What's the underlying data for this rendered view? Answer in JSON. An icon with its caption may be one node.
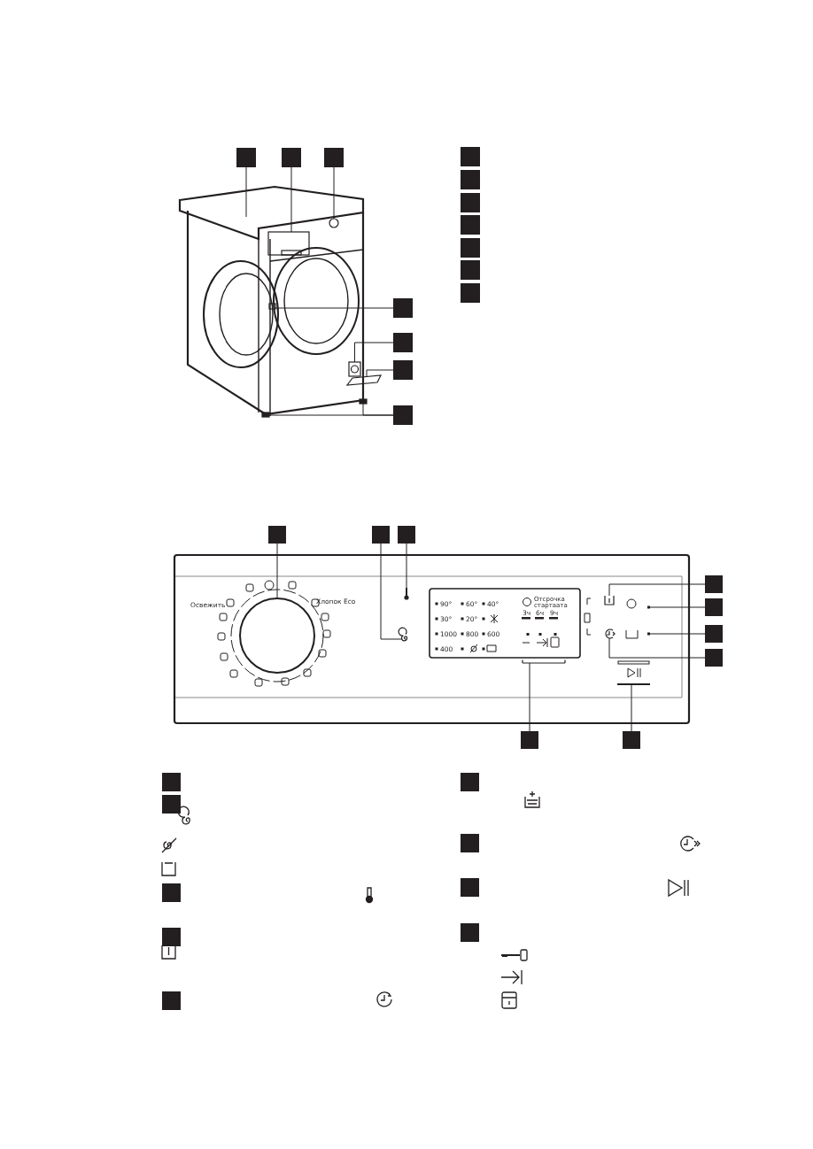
{
  "diagram": {
    "nodes": [
      {
        "text": [],
        "shape": "box"
      },
      {
        "text": [],
        "shape": "box"
      },
      {
        "text": [],
        "shape": "box"
      },
      {
        "text": [],
        "shape": "box"
      },
      {
        "text": [],
        "shape": "box"
      },
      {
        "text": [],
        "shape": "box"
      },
      {
        "text": [],
        "shape": "box"
      },
      {
        "text": [],
        "shape": "box"
      },
      {
        "text": [],
        "shape": "box"
      },
      {
        "text": [],
        "shape": "box"
      },
      {
        "text": [],
        "shape": "box"
      },
      {
        "text": [],
        "shape": "box"
      },
      {
        "text": [],
        "shape": "box"
      },
      {
        "text": [],
        "shape": "box"
      },
      {
        "text": [],
        "shape": "box"
      },
      {
        "text": [],
        "shape": "box"
      },
      {
        "text": [],
        "shape": "box"
      },
      {
        "text": [],
        "shape": "box"
      },
      {
        "text": [],
        "shape": "box"
      },
      {
        "text": [],
        "shape": "box"
      },
      {
        "text": [],
        "shape": "box"
      },
      {
        "text": [],
        "shape": "box"
      },
      {
        "text": [],
        "shape": "box"
      },
      {
        "text": [],
        "shape": "box"
      },
      {
        "text": [],
        "shape": "box"
      },
      {
        "text": [],
        "shape": "box"
      },
      {
        "text": [],
        "shape": "box"
      },
      {
        "text": [],
        "shape": "box"
      },
      {
        "text": [],
        "shape": "box"
      },
      {
        "text": [],
        "shape": "box"
      },
      {
        "text": [],
        "shape": "box"
      },
      {
        "text": [],
        "shape": "box"
      },
      {
        "text": [],
        "shape": "box"
      },
      {
        "text": [],
        "shape": "picture"
      },
      {
        "text": [],
        "shape": "circle"
      },
      {
        "text": [],
        "shape": "box"
      },
      {
        "text": [],
        "shape": "picture"
      },
      {
        "text": [],
        "shape": "box"
      },
      {
        "text": [],
        "shape": "box"
      },
      {
        "text": [],
        "shape": "box"
      },
      {
        "text": [],
        "shape": "circle"
      },
      {
        "text": [],
        "shape": "picture"
      },
      {
        "text": [],
        "shape": "picture"
      },
      {
        "text": [],
        "shape": "picture"
      },
      {
        "text": [],
        "shape": "box"
      },
      {
        "text": [],
        "shape": "box"
      },
      {
        "text": [],
        "shape": "picture"
      },
      {
        "text": [],
        "shape": "bar"
      },
      {
        "text": [],
        "shape": "bar"
      }
    ],
    "edges": [
      {
        "from": 0,
        "to": 32,
        "arrow": "none"
      },
      {
        "from": 1,
        "to": 33,
        "arrow": "none"
      },
      {
        "from": 2,
        "to": 34,
        "arrow": "none"
      },
      {
        "from": 3,
        "to": 35,
        "arrow": "none"
      },
      {
        "from": 4,
        "to": 36,
        "arrow": "none"
      },
      {
        "from": 5,
        "to": 37,
        "arrow": "none"
      },
      {
        "from": 6,
        "to": 38,
        "arrow": "none"
      },
      {
        "from": 6,
        "to": 39,
        "arrow": "none"
      },
      {
        "from": 14,
        "to": 40,
        "arrow": "none"
      },
      {
        "from": 15,
        "to": 41,
        "arrow": "none"
      },
      {
        "from": 16,
        "to": 42,
        "arrow": "none"
      },
      {
        "from": 17,
        "to": 43,
        "arrow": "none"
      },
      {
        "from": 18,
        "to": 44,
        "arrow": "none"
      },
      {
        "from": 19,
        "to": 45,
        "arrow": "none"
      },
      {
        "from": 20,
        "to": 46,
        "arrow": "none"
      },
      {
        "from": 21,
        "to": 47,
        "arrow": "none"
      },
      {
        "from": 22,
        "to": 48,
        "arrow": "none"
      }
    ],
    "labels": [
      "Освежить",
      "Хлопок Eco",
      "90°",
      "60°",
      "40°",
      "Отсрочка стартаата",
      "3ч",
      "6ч",
      "9ч",
      "30°",
      "20°",
      "1000",
      "800",
      "600",
      "400"
    ]
  }
}
